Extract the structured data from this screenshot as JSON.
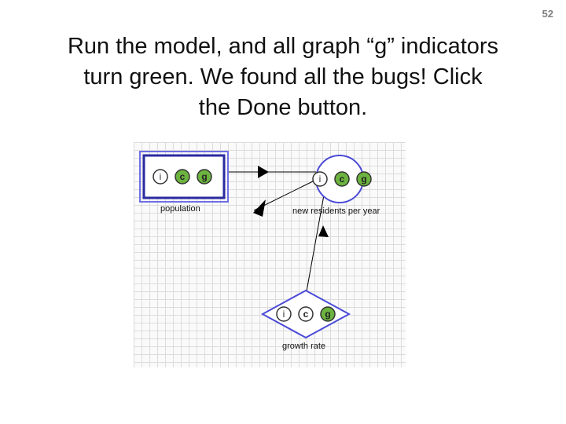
{
  "slide_number": "52",
  "title_lines": [
    "Run the model, and all graph “g” indicators",
    "turn green.  We found all the bugs!  Click",
    "the Done button."
  ],
  "diagram": {
    "nodes": {
      "population": {
        "label": "population",
        "shape": "stock-rectangle",
        "indicators": [
          "i",
          "c",
          "g"
        ]
      },
      "new_residents": {
        "label": "new residents per year",
        "shape": "flow-circle",
        "indicators": [
          "i",
          "c",
          "g"
        ]
      },
      "growth_rate": {
        "label": "growth rate",
        "shape": "parameter-diamond",
        "indicators": [
          "i",
          "c",
          "g"
        ]
      }
    },
    "colors": {
      "indicator_green": "#6cb33f",
      "node_border": "#4b4bd8",
      "node_inner_border": "#2a2aa0",
      "grid": "#dcdcdc"
    }
  }
}
